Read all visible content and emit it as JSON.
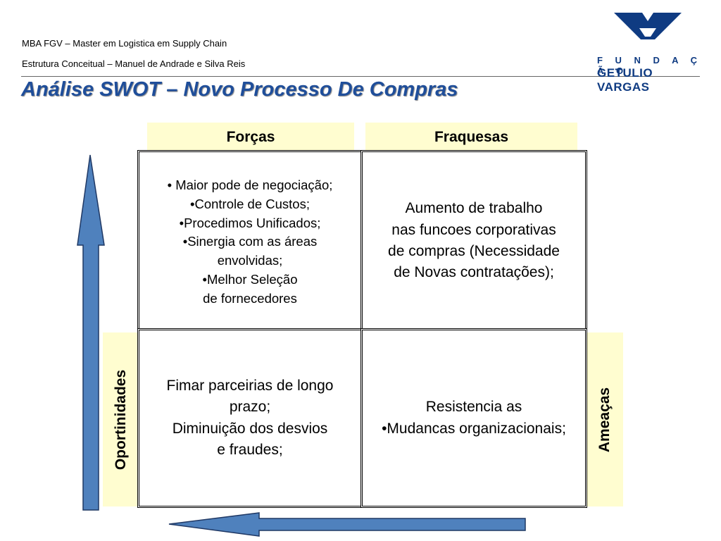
{
  "header": {
    "line1": "MBA FGV – Master em Logistica em Supply Chain",
    "line2": "Estrutura Conceitual – Manuel de Andrade e Silva Reis",
    "title": "Análise SWOT –  Novo Processo De Compras"
  },
  "logo": {
    "line1": "F U N D A Ç Ã O",
    "line2": "GETULIO VARGAS",
    "color": "#0f3b82"
  },
  "swot": {
    "forcas_label": "Forças",
    "fraquesas_label": "Fraquesas",
    "oportunidades_label": "Oportinidades",
    "ameacas_label": "Ameaças",
    "forcas_items": [
      "• Maior pode de negociação;",
      "•Controle de Custos;",
      "•Procedimos Unificados;",
      "•Sinergia com as áreas",
      "envolvidas;",
      "•Melhor Seleção",
      "de fornecedores"
    ],
    "fraquesas_lines": [
      "Aumento de trabalho",
      "nas funcoes corporativas",
      "de compras (Necessidade",
      "de Novas contratações);"
    ],
    "oportunidades_lines": [
      "Fimar parceirias de longo",
      "prazo;",
      "Diminuição dos desvios",
      "e fraudes;"
    ],
    "ameacas_lines": [
      "Resistencia as",
      "•Mudancas organizacionais;"
    ]
  },
  "colors": {
    "title": "#1f4e9a",
    "label_bg": "#fffdd0",
    "arrow_fill": "#4f81bd",
    "arrow_stroke": "#1f3864"
  }
}
